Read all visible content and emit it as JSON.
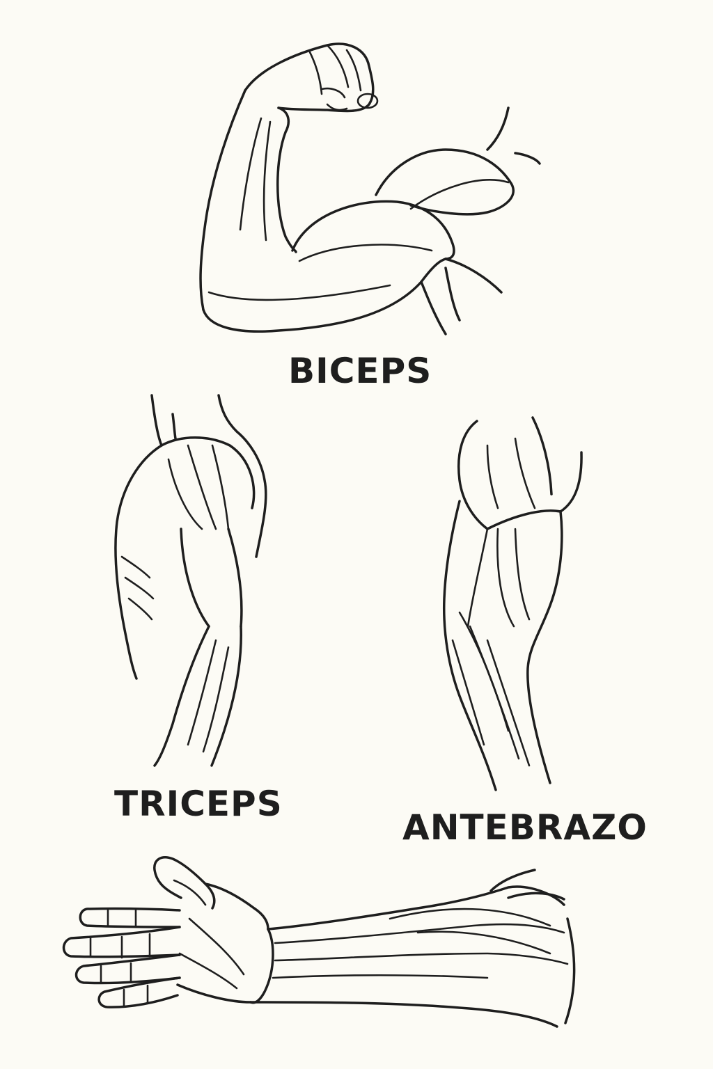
{
  "labels": {
    "biceps": "BICEPS",
    "triceps": "TRICEPS",
    "antebrazo": "ANTEBRAZO"
  },
  "colors": {
    "background": "#fcfbf5",
    "ink": "#1e1e1e"
  },
  "illustrations": [
    "flexed-arm-biceps-drawing",
    "back-arm-triceps-drawing",
    "forearm-drawing",
    "extended-arm-hand-drawing"
  ]
}
